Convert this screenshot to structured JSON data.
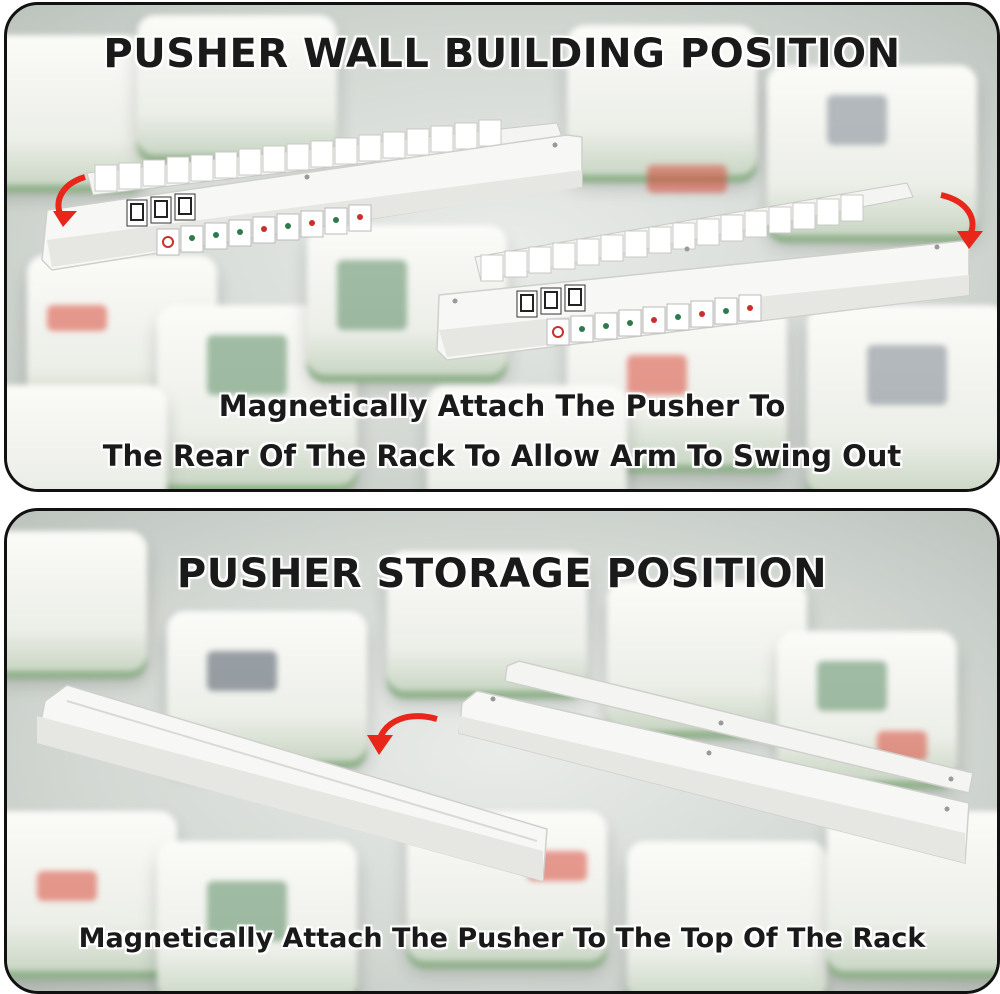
{
  "top_panel": {
    "heading": "PUSHER WALL BUILDING POSITION",
    "caption_line1": "Magnetically Attach The Pusher To",
    "caption_line2": "The Rear Of The Rack To Allow Arm To Swing Out"
  },
  "bottom_panel": {
    "heading": "PUSHER STORAGE POSITION",
    "caption": "Magnetically Attach The Pusher To The Top Of The Rack"
  },
  "colors": {
    "arrow": "#e8261a",
    "rack": "#f7f7f5",
    "outline": "#111111",
    "tile_green": "#8fb08a"
  }
}
